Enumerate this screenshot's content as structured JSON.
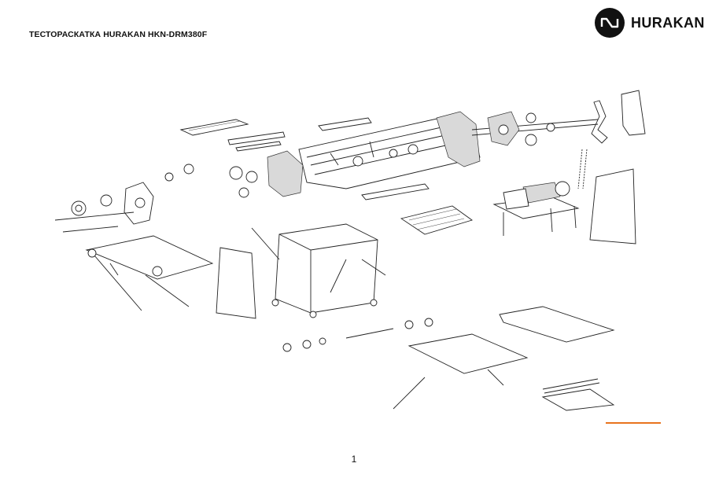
{
  "document": {
    "title": "ТЕСТОРАСКАТКА HURAKAN HKN-DRM380F",
    "page_number": "1"
  },
  "brand": {
    "name": "HURAKAN",
    "logo_icon": "hurakan-logo-icon",
    "color": "#111111"
  },
  "drawing": {
    "type": "exploded-view-diagram",
    "accent_color": "#e8731e"
  }
}
